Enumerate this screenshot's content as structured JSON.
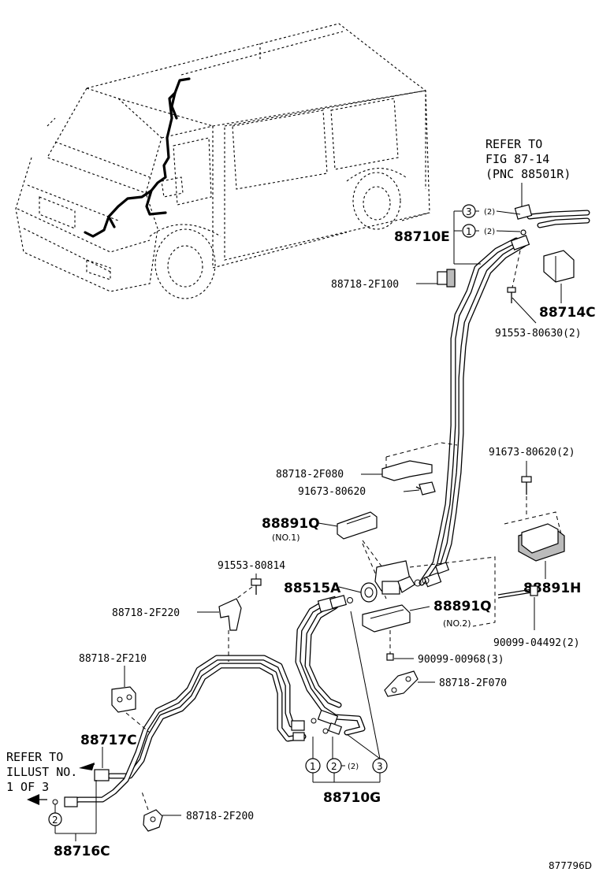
{
  "refer_top": [
    "REFER TO",
    "FIG 87-14",
    "(PNC 88501R)"
  ],
  "refer_left": [
    "REFER TO",
    "ILLUST NO.",
    "1 OF 3"
  ],
  "parts": {
    "p88710E": "88710E",
    "p88718_2F100": "88718-2F100",
    "p88714C": "88714C",
    "p91553_80630": "91553-80630(2)",
    "p91673_80620_2": "91673-80620(2)",
    "p88718_2F080": "88718-2F080",
    "p91673_80620": "91673-80620",
    "p88891Q_1": "88891Q",
    "p88891Q_1_note": "(NO.1)",
    "p91553_80814": "91553-80814",
    "p88891H": "88891H",
    "p88515A": "88515A",
    "p88718_2F220": "88718-2F220",
    "p88891Q_2": "88891Q",
    "p88891Q_2_note": "(NO.2)",
    "p90099_04492": "90099-04492(2)",
    "p90099_00968": "90099-00968(3)",
    "p88718_2F210": "88718-2F210",
    "p88718_2F070": "88718-2F070",
    "p88717C": "88717C",
    "p88710G": "88710G",
    "p88718_2F200": "88718-2F200",
    "p88716C": "88716C"
  },
  "callouts": {
    "c3": "3",
    "c1": "1",
    "q2a": "(2)",
    "q2b": "(2)",
    "g1": "1",
    "g2": "2",
    "g3": "3",
    "gq": "(2)",
    "c2": "2"
  },
  "diagram_code": "877796D"
}
